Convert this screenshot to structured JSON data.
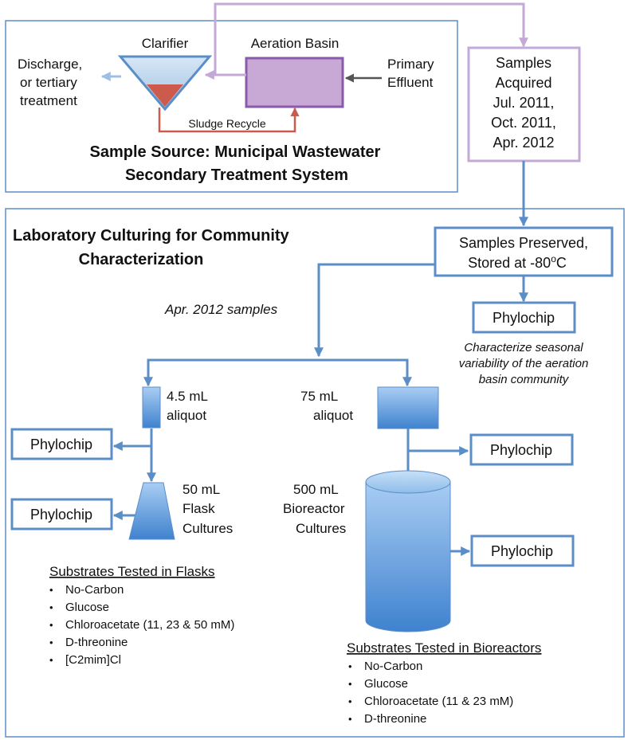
{
  "top": {
    "clarifier": "Clarifier",
    "aeration_basin": "Aeration Basin",
    "discharge": [
      "Discharge,",
      "or tertiary",
      "treatment"
    ],
    "primary_effluent": [
      "Primary",
      "Effluent"
    ],
    "sludge_recycle": "Sludge Recycle",
    "source_title": [
      "Sample Source:  Municipal Wastewater",
      "Secondary Treatment System"
    ]
  },
  "samples_acquired": [
    "Samples",
    "Acquired",
    "Jul. 2011,",
    "Oct. 2011,",
    "Apr. 2012"
  ],
  "lab": {
    "title": [
      "Laboratory Culturing for Community",
      "Characterization"
    ],
    "preserved": [
      "Samples Preserved,",
      "Stored at -80",
      "o",
      "C"
    ],
    "phylochip": "Phylochip",
    "seasonal_note": [
      "Characterize seasonal",
      "variability of the aeration",
      "basin community"
    ],
    "apr_samples": "Apr. 2012 samples",
    "small_aliquot": [
      "4.5 mL",
      "aliquot"
    ],
    "large_aliquot": [
      "75 mL",
      "aliquot"
    ],
    "flask": [
      "50 mL",
      "Flask",
      "Cultures"
    ],
    "bioreactor": [
      "500 mL",
      "Bioreactor",
      "Cultures"
    ]
  },
  "flask_substrates": {
    "heading": "Substrates Tested in Flasks",
    "items": [
      "No-Carbon",
      "Glucose",
      "Chloroacetate (11, 23 & 50 mM)",
      "D-threonine",
      "[C2mim]Cl"
    ]
  },
  "bioreactor_substrates": {
    "heading": "Substrates Tested in Bioreactors",
    "items": [
      "No-Carbon",
      "Glucose",
      "Chloroacetate (11 & 23 mM)",
      "D-threonine"
    ]
  },
  "colors": {
    "blue": "#5b8ec7",
    "purple": "#c4a8d6",
    "basin_fill": "#c8a9d6",
    "sludge_red": "#cc5a4d"
  }
}
